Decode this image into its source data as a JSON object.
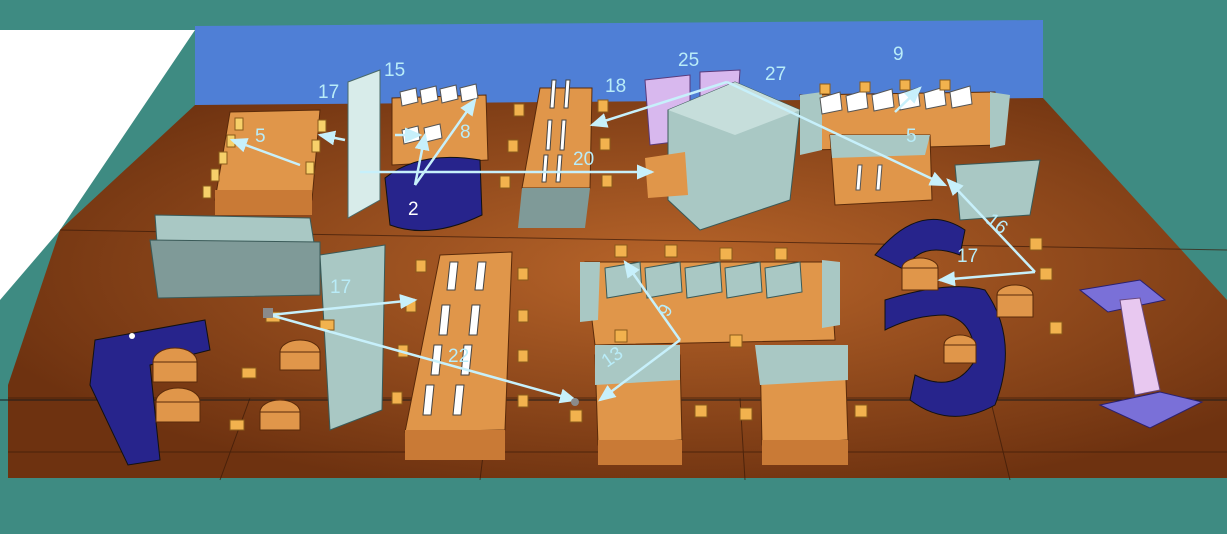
{
  "colors": {
    "background": "#3e8b82",
    "floor": "#7a3a12",
    "back_wall": "#4f7fd6",
    "partition": "#a9c8c4",
    "desk": "#e0964a",
    "chair": "#f2b24e",
    "lounge": "#27248c",
    "arrow": "#c7f0fb",
    "label": "#b9ecf8"
  },
  "labels": {
    "l5a": "5",
    "l17a": "17",
    "l15": "15",
    "l8": "8",
    "l2": "2",
    "l20": "20",
    "l18": "18",
    "l25": "25",
    "l27": "27",
    "l9a": "9",
    "l5b": "5",
    "l16": "16",
    "l17b": "17",
    "l17c": "17",
    "l9b": "9",
    "l13": "13",
    "l22": "22"
  }
}
